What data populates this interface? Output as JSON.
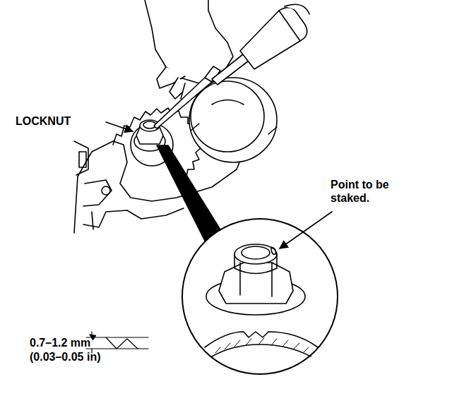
{
  "diagram": {
    "labels": [
      "LOCKNUT",
      "Point to be staked.",
      "0.7–1.2 mm",
      "(0.03–0.05 in)"
    ]
  }
}
